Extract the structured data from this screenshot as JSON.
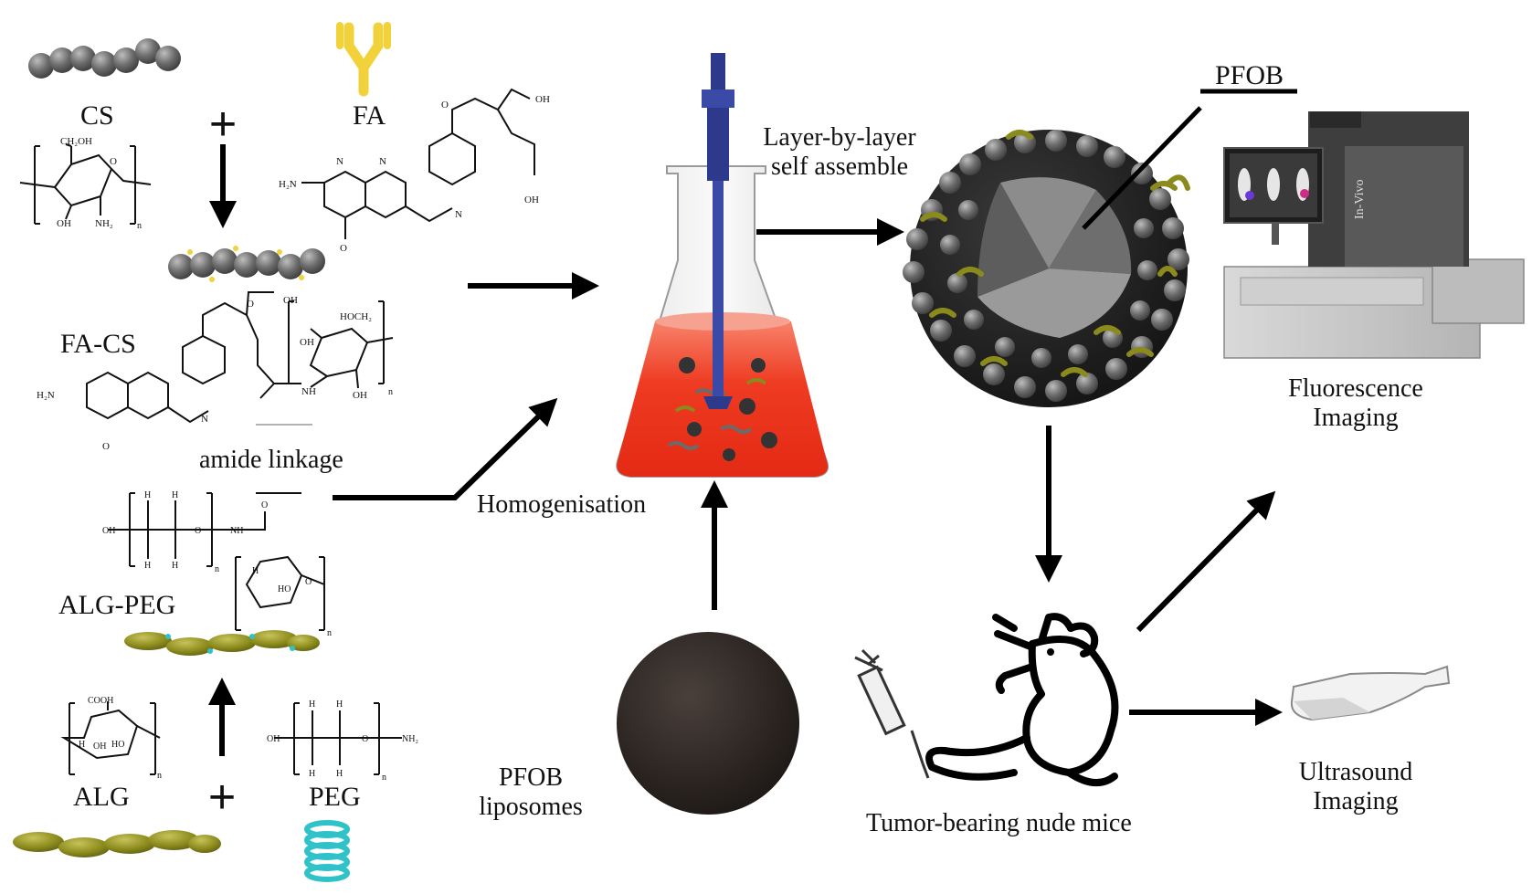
{
  "labels": {
    "cs": "CS",
    "fa": "FA",
    "fa_cs": "FA-CS",
    "amide_linkage": "amide linkage",
    "alg_peg": "ALG-PEG",
    "alg": "ALG",
    "peg": "PEG",
    "homogenisation": "Homogenisation",
    "layer_by_layer_line1": "Layer-by-layer",
    "layer_by_layer_line2": "self assemble",
    "pfob": "PFOB",
    "pfob_liposomes_line1": "PFOB",
    "pfob_liposomes_line2": "liposomes",
    "tumor_mice": "Tumor-bearing nude mice",
    "fluorescence_line1": "Fluorescence",
    "fluorescence_line2": "Imaging",
    "ultrasound_line1": "Ultrasound",
    "ultrasound_line2": "Imaging",
    "plus_top": "+",
    "plus_bottom": "+",
    "instrument_brand": "In-Vivo"
  },
  "colors": {
    "cs_bead": "#666666",
    "fa_antibody": "#f2d23a",
    "alg_bead": "#8b8a1c",
    "peg_spring": "#2fc3c9",
    "liquid_red": "#ee3b22",
    "probe_blue": "#2d3a8c",
    "sphere_dark": "#2b2421",
    "arrow": "#000000"
  }
}
